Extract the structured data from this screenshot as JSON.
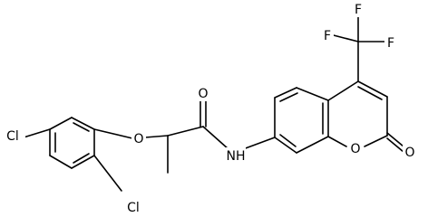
{
  "molecule": {
    "labels": {
      "cl_top": "Cl",
      "cl_bottom": "Cl",
      "ether_o": "O",
      "amide_o": "O",
      "amide_n": "NH",
      "ring_o": "O",
      "lactone_o": "O",
      "f_left": "F",
      "f_top": "F",
      "f_right": "F"
    },
    "colors": {
      "bond": "#000000",
      "label": "#000000",
      "background": "#ffffff"
    }
  }
}
